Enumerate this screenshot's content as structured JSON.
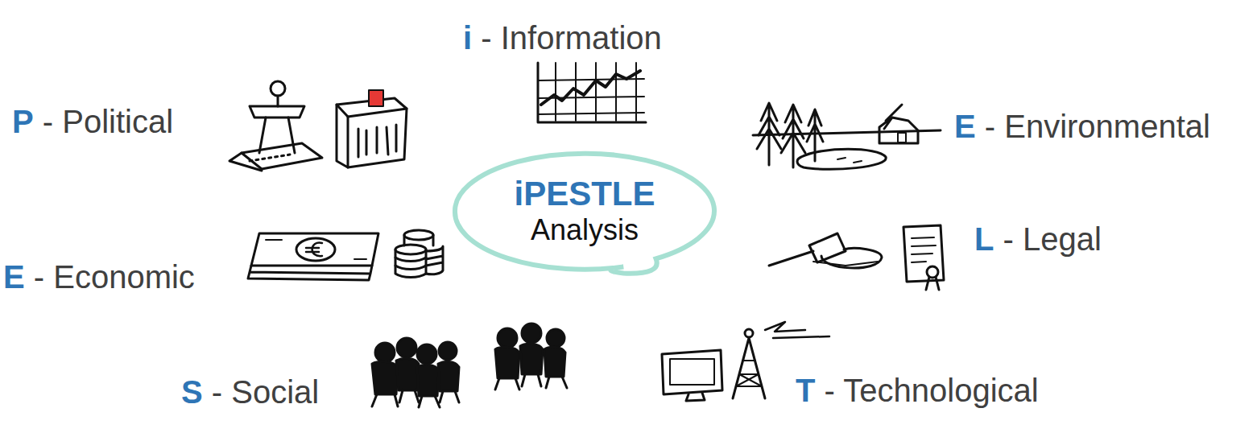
{
  "diagram": {
    "nodes": [
      {
        "text": [
          "iPESTLE",
          "Analysis"
        ]
      }
    ],
    "labels": [
      "i - Information",
      "P - Political",
      "E - Environmental",
      "E - Economic",
      "L - Legal",
      "S - Social",
      "T - Technological"
    ]
  }
}
